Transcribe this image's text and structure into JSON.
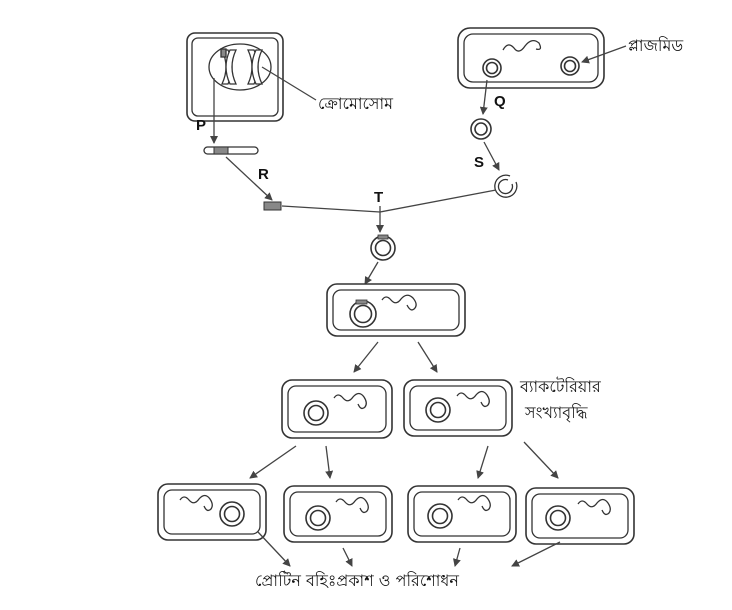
{
  "labels": {
    "chromosome": "ক্রোমোসোম",
    "plasmid": "প্লাজমিড",
    "bacteria_line1": "ব্যাকটেরিয়ার",
    "bacteria_line2": "সংখ্যাবৃদ্ধি",
    "protein": "প্রোটিন বহিঃপ্রকাশ ও পরিশোধন"
  },
  "steps": {
    "P": "P",
    "Q": "Q",
    "R": "R",
    "S": "S",
    "T": "T"
  }
}
